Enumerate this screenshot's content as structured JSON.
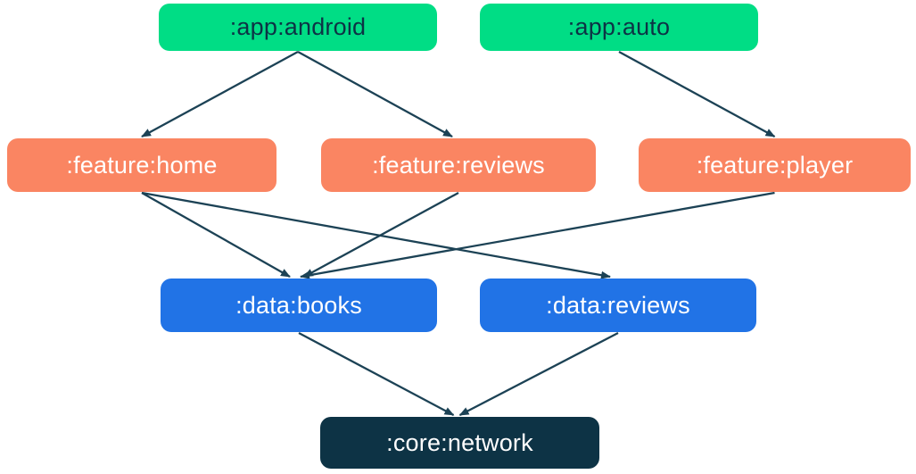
{
  "diagram": {
    "name": "gradle-module-dependency-graph",
    "colors": {
      "app_node": "#00DD85",
      "feature_node": "#FA8562",
      "data_node": "#2173E6",
      "core_node": "#0D3345",
      "edge": "#1C4255",
      "text_dark": "#0D3345",
      "text_light": "#FFFFFF"
    },
    "nodes": [
      {
        "id": "app-android",
        "label": ":app:android",
        "type": "app"
      },
      {
        "id": "app-auto",
        "label": ":app:auto",
        "type": "app"
      },
      {
        "id": "feature-home",
        "label": ":feature:home",
        "type": "feature"
      },
      {
        "id": "feature-reviews",
        "label": ":feature:reviews",
        "type": "feature"
      },
      {
        "id": "feature-player",
        "label": ":feature:player",
        "type": "feature"
      },
      {
        "id": "data-books",
        "label": ":data:books",
        "type": "data"
      },
      {
        "id": "data-reviews",
        "label": ":data:reviews",
        "type": "data"
      },
      {
        "id": "core-network",
        "label": ":core:network",
        "type": "core"
      }
    ],
    "edges": [
      {
        "from": "app-android",
        "to": "feature-home"
      },
      {
        "from": "app-android",
        "to": "feature-reviews"
      },
      {
        "from": "app-auto",
        "to": "feature-player"
      },
      {
        "from": "feature-home",
        "to": "data-books"
      },
      {
        "from": "feature-home",
        "to": "data-reviews"
      },
      {
        "from": "feature-reviews",
        "to": "data-books"
      },
      {
        "from": "feature-player",
        "to": "data-books"
      },
      {
        "from": "data-books",
        "to": "core-network"
      },
      {
        "from": "data-reviews",
        "to": "core-network"
      }
    ]
  }
}
